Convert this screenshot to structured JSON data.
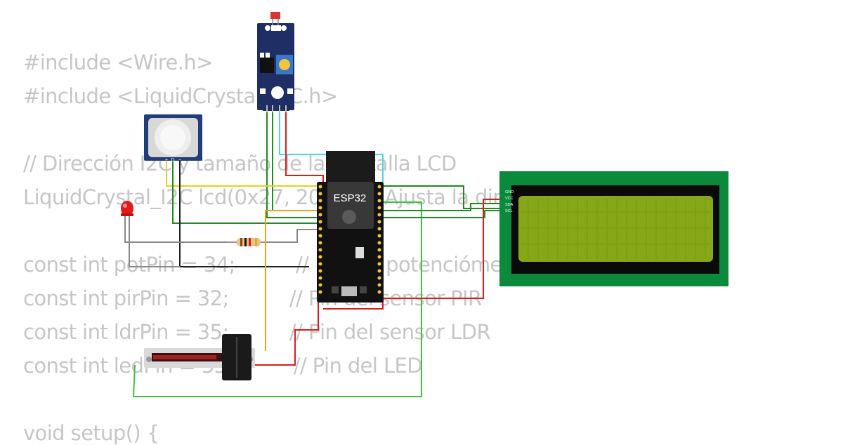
{
  "code_lines": [
    "#include <Wire.h>",
    "#include <LiquidCrystal_I2C.h>",
    "",
    "// Dirección I2C y tamaño de la pantalla LCD",
    "LiquidCrystal_I2C lcd(0x27, 20, 4); // Ajusta la dirección I2C según tu",
    "",
    "const int potPin = 34;          // Pin del potenciómetro",
    "const int pirPin = 32;          // Pin del sensor PIR",
    "const int ldrPin = 35;          // Pin del sensor LDR",
    "const int ledPin = 33;          // Pin del LED",
    "",
    "void setup() {"
  ],
  "esp32": {
    "label": "ESP32"
  },
  "pir": {
    "pins": [
      "+",
      "D",
      "−"
    ]
  },
  "lcd": {
    "pin_labels": [
      "GND",
      "VCC",
      "SDA",
      "SCL"
    ],
    "backlight_color": "#86a717",
    "board_color": "#0b8a3c"
  },
  "ldr_module": {
    "color": "#1f2f66"
  },
  "wire_colors": {
    "red": "#e01a1a",
    "green": "#1f8c1f",
    "cyan": "#3fdcec",
    "yellow": "#e5d21b",
    "orange": "#f2a21b",
    "black": "#222222",
    "gray": "#8a8a8a",
    "lightgreen": "#3ec43e"
  }
}
